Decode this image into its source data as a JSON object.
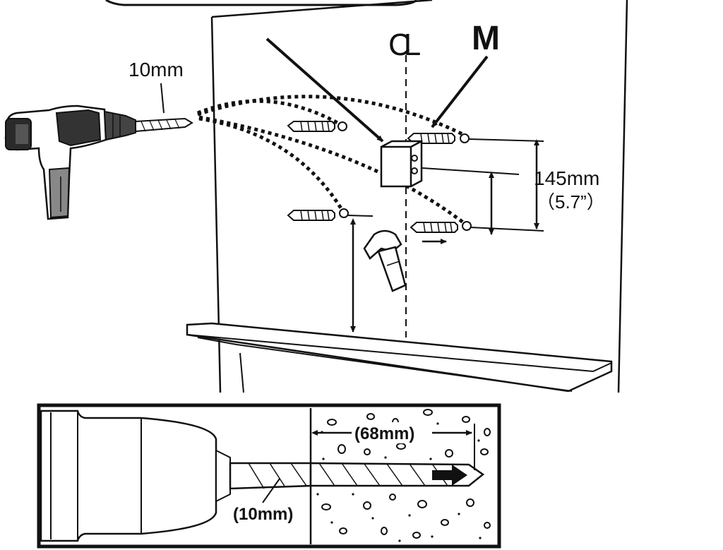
{
  "diagram": {
    "drill_bit_size": "10mm",
    "centerline_symbol": "CL",
    "mount_label": "M",
    "hole_spacing_mm": "145mm",
    "hole_spacing_in": "（5.7”）",
    "inset": {
      "drill_depth": "(68mm)",
      "bit_diameter": "(10mm)"
    }
  }
}
